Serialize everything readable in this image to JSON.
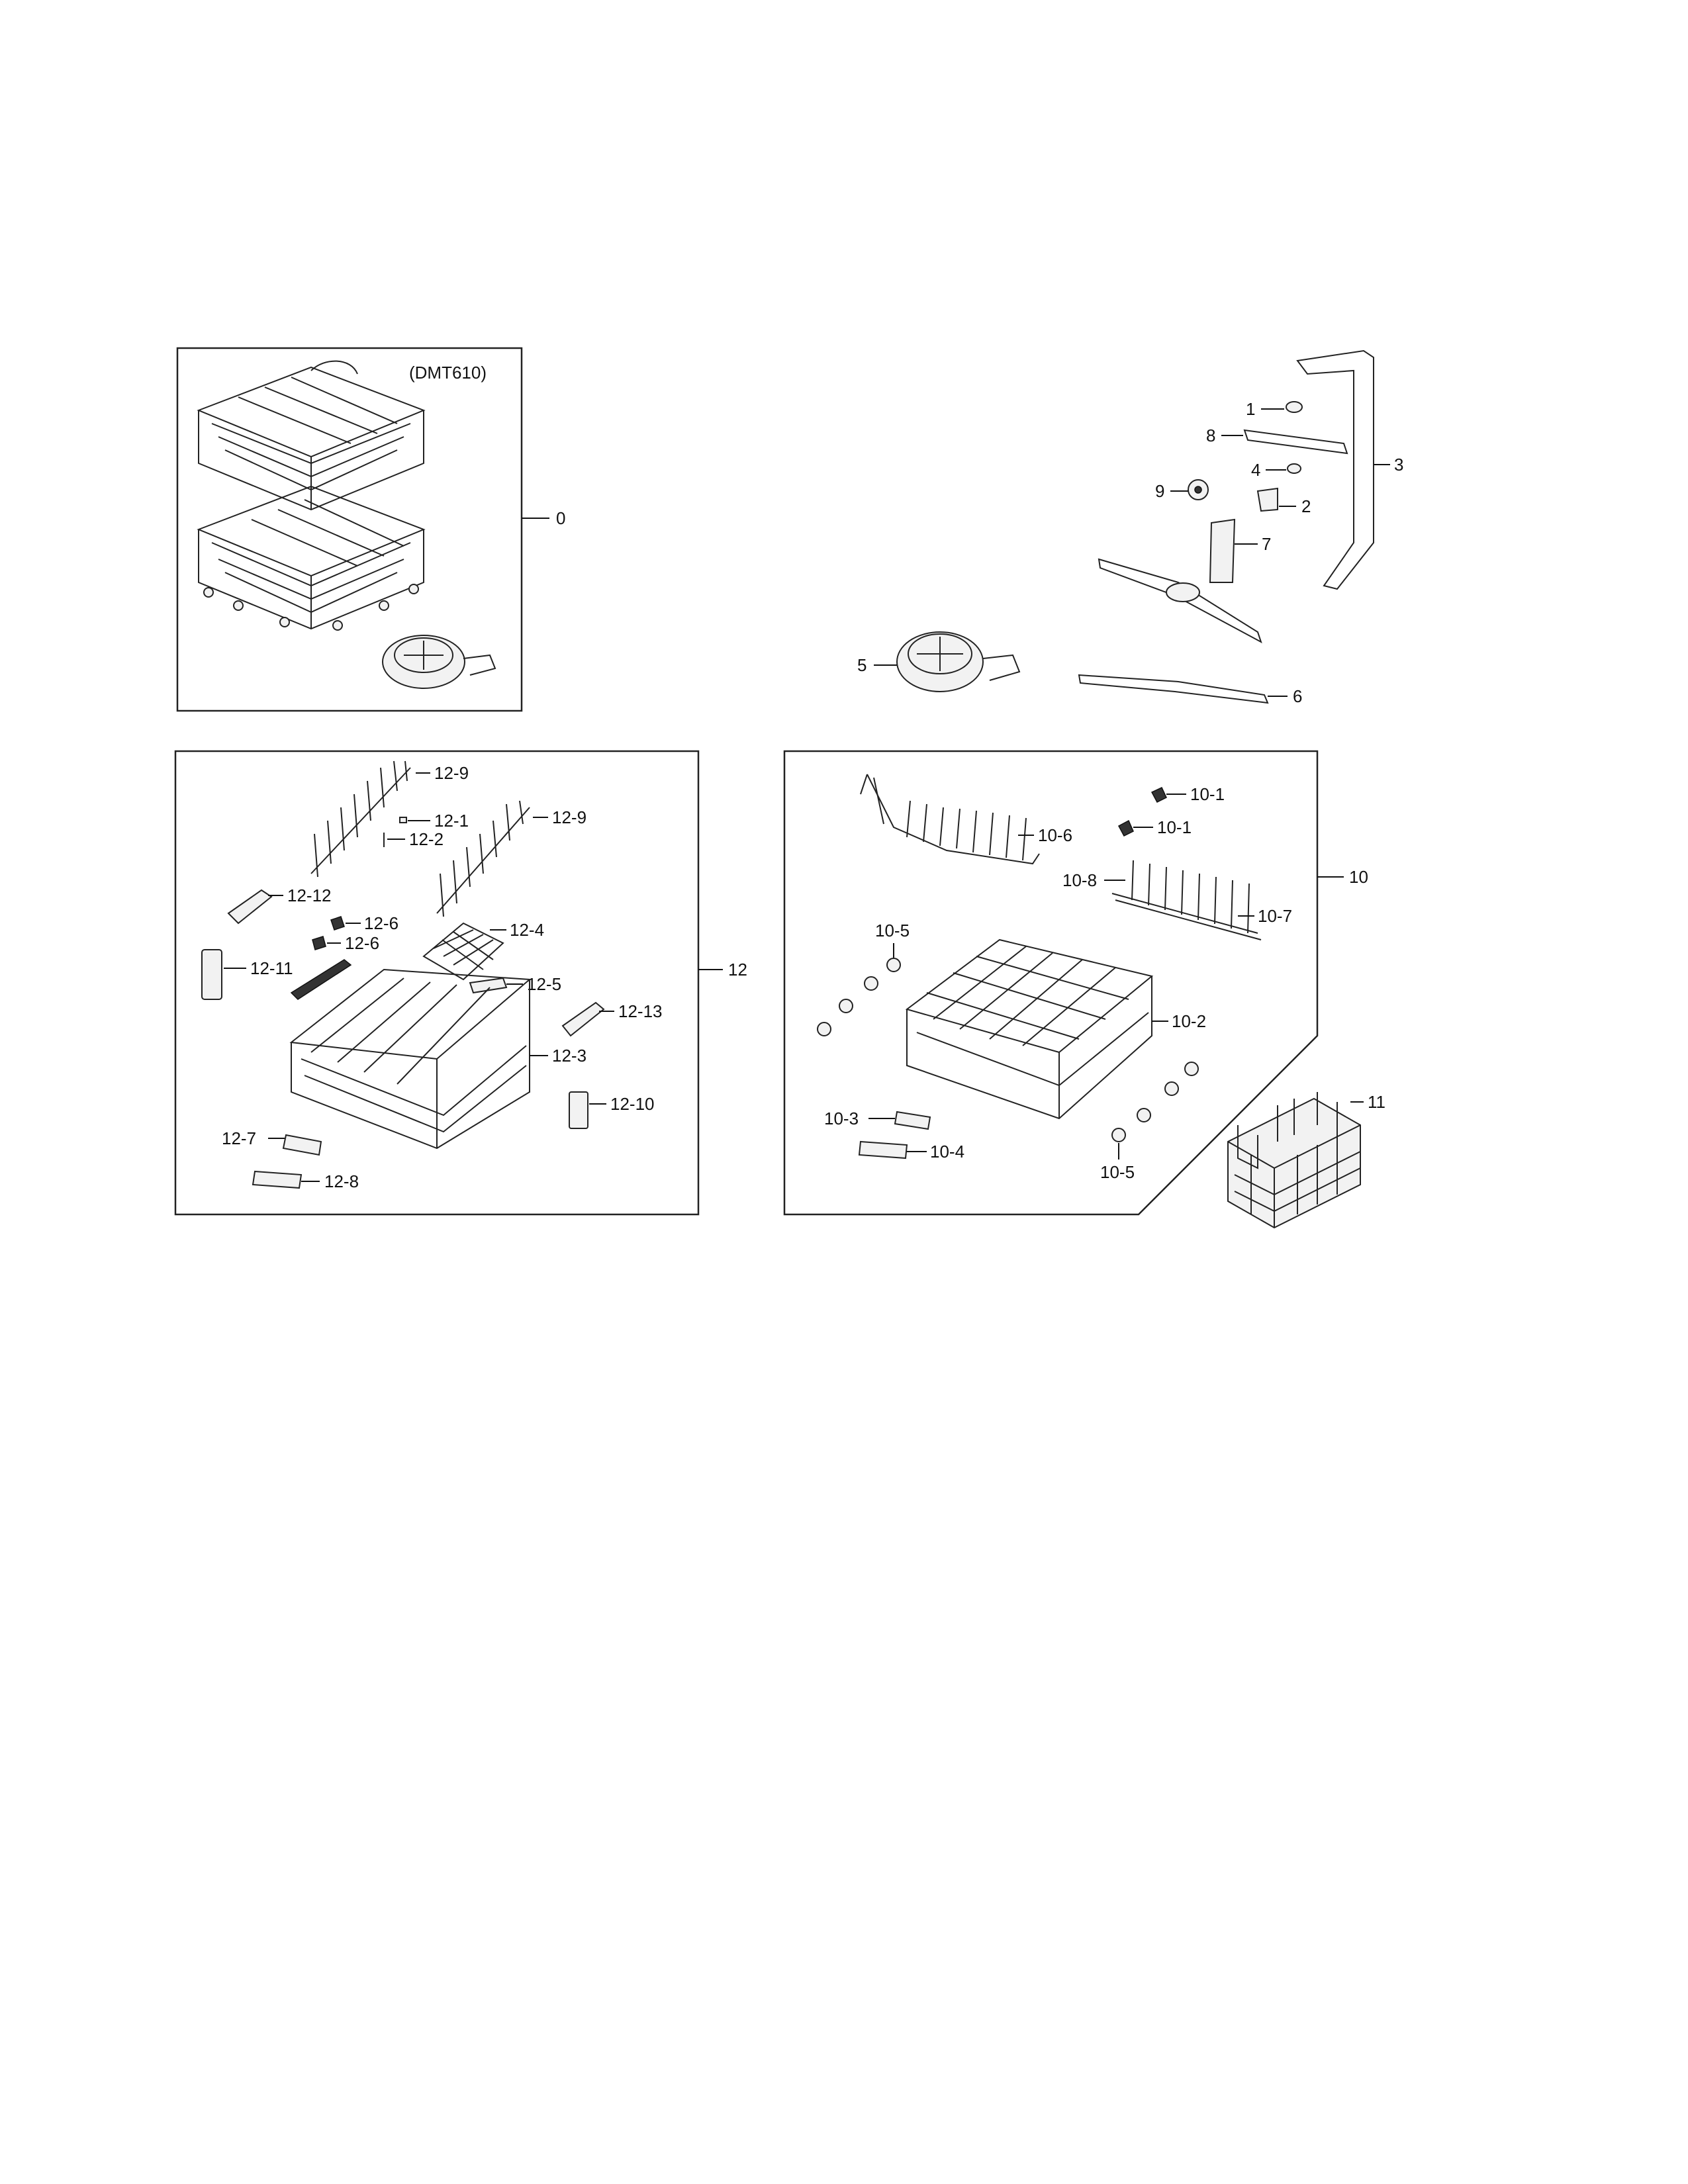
{
  "model_label": "(DMT610)",
  "callouts": {
    "c0": "0",
    "c1": "1",
    "c2": "2",
    "c3": "3",
    "c4": "4",
    "c5": "5",
    "c6": "6",
    "c7": "7",
    "c8": "8",
    "c9": "9",
    "c10": "10",
    "c10_1a": "10-1",
    "c10_1b": "10-1",
    "c10_2": "10-2",
    "c10_3": "10-3",
    "c10_4": "10-4",
    "c10_5a": "10-5",
    "c10_5b": "10-5",
    "c10_6": "10-6",
    "c10_7": "10-7",
    "c10_8": "10-8",
    "c11": "11",
    "c12": "12",
    "c12_1": "12-1",
    "c12_2": "12-2",
    "c12_3": "12-3",
    "c12_4": "12-4",
    "c12_5": "12-5",
    "c12_6a": "12-6",
    "c12_6b": "12-6",
    "c12_7": "12-7",
    "c12_8": "12-8",
    "c12_9a": "12-9",
    "c12_9b": "12-9",
    "c12_10": "12-10",
    "c12_11": "12-11",
    "c12_12": "12-12",
    "c12_13": "12-13"
  }
}
